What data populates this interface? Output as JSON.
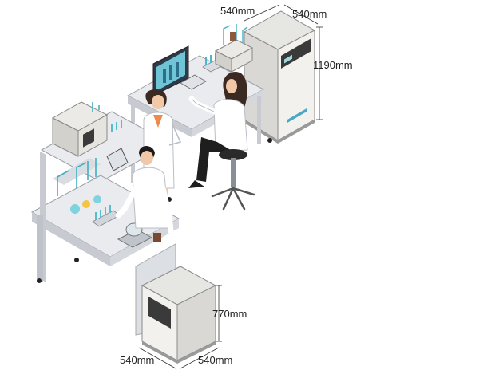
{
  "dimensions": {
    "big_unit_depth": "540mm",
    "big_unit_width": "540mm",
    "big_unit_height": "1190mm",
    "small_unit_height": "770mm",
    "small_unit_depth": "540mm",
    "small_unit_width": "540mm"
  },
  "colors": {
    "bench_top": "#e9ebee",
    "bench_side": "#c7cbd1",
    "cabinet_front": "#f2f1ee",
    "cabinet_dark": "#3a3a3a",
    "glass": "#7fd3df",
    "lab_coat": "#ffffff",
    "hair": "#3b2a22",
    "trousers": "#1e1e1e"
  }
}
